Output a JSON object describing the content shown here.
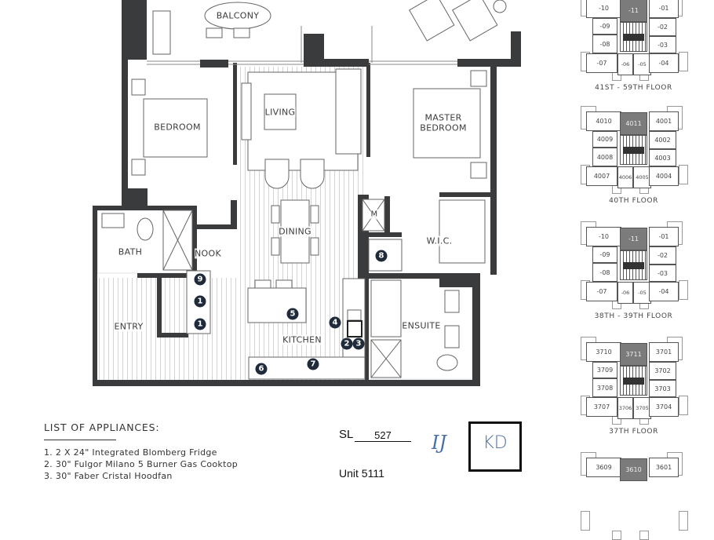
{
  "rooms": {
    "balcony": "BALCONY",
    "bedroom": "BEDROOM",
    "living": "LIVING",
    "master_bedroom_1": "MASTER",
    "master_bedroom_2": "BEDROOM",
    "dining": "DINING",
    "wic": "W.I.C.",
    "m": "M",
    "bath": "BATH",
    "nook": "NOOK",
    "entry": "ENTRY",
    "kitchen": "KITCHEN",
    "ensuite": "ENSUITE"
  },
  "appliance_markers": [
    "9",
    "1",
    "1",
    "5",
    "4",
    "2",
    "3",
    "6",
    "7",
    "8"
  ],
  "appliances": {
    "title": "LIST OF APPLIANCES:",
    "items": [
      "1.  2 X 24\" Integrated Blomberg Fridge",
      "2.  30\" Fulgor Milano 5 Burner Gas Cooktop",
      "3.  30\" Faber Cristal Hoodfan"
    ]
  },
  "sl": {
    "label": "SL",
    "value": "527"
  },
  "unit": {
    "label": "Unit 5111"
  },
  "initials": {
    "signature": "IJ",
    "boxed": "KD"
  },
  "keyplates": [
    {
      "floor": "41ST - 59TH FLOOR",
      "units": [
        "-10",
        "-11",
        "-01",
        "-09",
        "-08",
        "-07",
        "-06",
        "-05",
        "-02",
        "-03",
        "-04"
      ]
    },
    {
      "floor": "40TH FLOOR",
      "units": [
        "4010",
        "4011",
        "4001",
        "4009",
        "4008",
        "4007",
        "4006",
        "4005",
        "4002",
        "4003",
        "4004"
      ]
    },
    {
      "floor": "38TH - 39TH FLOOR",
      "units": [
        "-10",
        "-11",
        "-01",
        "-09",
        "-08",
        "-07",
        "-06",
        "-05",
        "-02",
        "-03",
        "-04"
      ]
    },
    {
      "floor": "37TH FLOOR",
      "units": [
        "3710",
        "3711",
        "3701",
        "3709",
        "3708",
        "3707",
        "3706",
        "3705",
        "3702",
        "3703",
        "3704"
      ]
    },
    {
      "floor": "",
      "units": [
        "3609",
        "3610",
        "3601"
      ]
    }
  ],
  "colors": {
    "wall": "#3a3b3d",
    "marker": "#1f2b3a",
    "highlighted_unit": "#7b7b7b"
  }
}
